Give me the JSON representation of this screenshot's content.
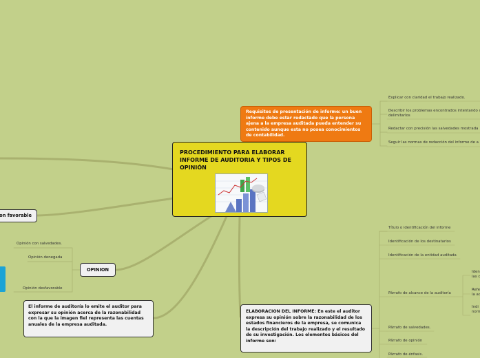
{
  "center": {
    "title": "PROCEDIMIENTO PARA ELABORAR INFORME DE AUDITORIA Y TIPOS DE OPINIÓN",
    "image_icon": "financial-charts-image"
  },
  "requisitos": {
    "text": "Requisitos de presentación de informe: un buen informe debe estar redactado que la persona ajena a la empresa auditada pueda entender su contenido aunque esta no posea conocimientos de contabilidad.",
    "children": [
      "Explicar con claridad el trabajo realizado.",
      "Describir los problemas encontrados intentando o delimitarlos",
      "Redactar con precisión las salvedades mostrada",
      "Seguir las normas de redacción del informe de a"
    ]
  },
  "elaboracion": {
    "text": "ELABORACION DEL INFORME: En este el auditor expresa su opinión sobre la razonabilidad de los estados financieros de la empresa, se comunica la descripción del trabajo realizado y el resultado de su investigación. Los elementos básicos del informe son:",
    "children": [
      "Título o identificación del informe",
      "Identificación de los destinatarios",
      "Identificación de la entidad auditada",
      "Párrafo de alcance de la auditoría",
      "Párrafo de salvedades.",
      "Párrafo de opinión",
      "Párrafo de énfasis."
    ],
    "alcance_children": [
      "Iden las c",
      "Refe la ac",
      "Indi norm"
    ]
  },
  "opinion": {
    "label": "OPINION",
    "children": [
      "Opinión con salvedades.",
      "Opinión denegada",
      "Opinión desfavorable"
    ]
  },
  "favorable": {
    "label": "on favorable"
  },
  "informe_note": {
    "text": "El informe de auditoría lo emite el auditor para expresar su opinión acerca de la razonabilidad con la que la imagen fiel representa las cuentas anuales de la empresa auditada."
  },
  "colors": {
    "background": "#c2d08a",
    "center": "#e4d820",
    "orange": "#ef7a12",
    "connector": "#a8b070"
  }
}
